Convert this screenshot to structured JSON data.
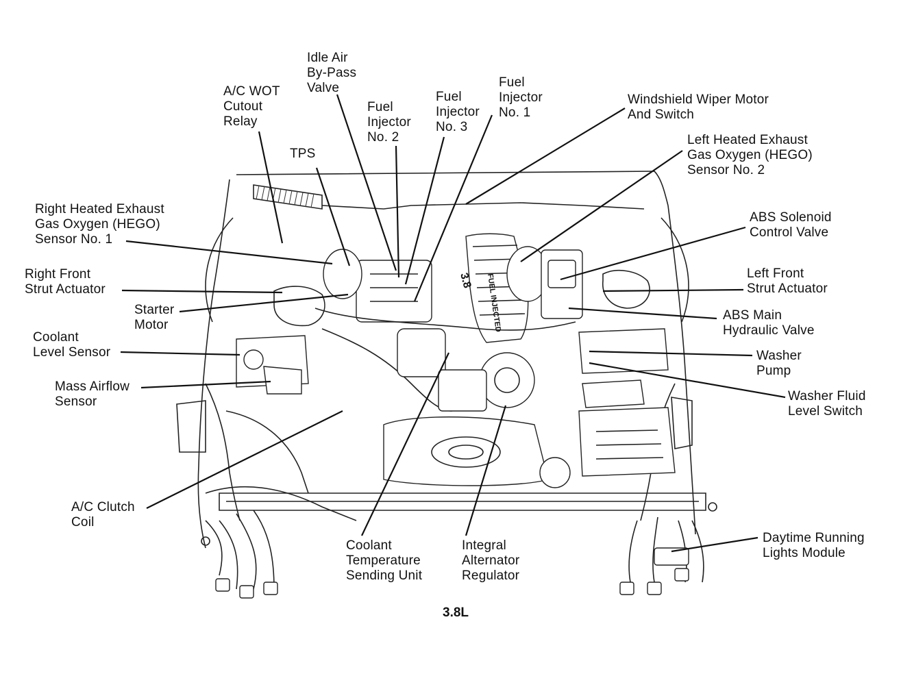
{
  "caption": "3.8L",
  "labels": [
    {
      "id": "idle-air-bypass-valve",
      "text": "Idle Air\nBy-Pass\nValve"
    },
    {
      "id": "ac-wot-cutout-relay",
      "text": "A/C WOT\nCutout\nRelay"
    },
    {
      "id": "fuel-injector-2",
      "text": "Fuel\nInjector\nNo. 2"
    },
    {
      "id": "fuel-injector-3",
      "text": "Fuel\nInjector\nNo. 3"
    },
    {
      "id": "fuel-injector-1",
      "text": "Fuel\nInjector\nNo. 1"
    },
    {
      "id": "windshield-wiper-motor",
      "text": "Windshield Wiper Motor\nAnd Switch"
    },
    {
      "id": "left-hego-sensor-2",
      "text": "Left Heated Exhaust\nGas Oxygen (HEGO)\nSensor No. 2"
    },
    {
      "id": "tps",
      "text": "TPS"
    },
    {
      "id": "right-hego-sensor-1",
      "text": "Right Heated Exhaust\nGas Oxygen (HEGO)\nSensor No. 1"
    },
    {
      "id": "abs-solenoid-control-valve",
      "text": "ABS Solenoid\nControl Valve"
    },
    {
      "id": "right-front-strut-actuator",
      "text": "Right Front\nStrut Actuator"
    },
    {
      "id": "left-front-strut-actuator",
      "text": "Left Front\nStrut Actuator"
    },
    {
      "id": "starter-motor",
      "text": "Starter\nMotor"
    },
    {
      "id": "abs-main-hydraulic-valve",
      "text": "ABS Main\nHydraulic Valve"
    },
    {
      "id": "coolant-level-sensor",
      "text": "Coolant\nLevel Sensor"
    },
    {
      "id": "washer-pump",
      "text": "Washer\nPump"
    },
    {
      "id": "mass-airflow-sensor",
      "text": "Mass Airflow\nSensor"
    },
    {
      "id": "washer-fluid-level-switch",
      "text": "Washer Fluid\nLevel Switch"
    },
    {
      "id": "ac-clutch-coil",
      "text": "A/C Clutch\nCoil"
    },
    {
      "id": "coolant-temperature-sending-unit",
      "text": "Coolant\nTemperature\nSending Unit"
    },
    {
      "id": "integral-alternator-regulator",
      "text": "Integral\nAlternator\nRegulator"
    },
    {
      "id": "daytime-running-lights-module",
      "text": "Daytime Running\nLights Module"
    }
  ],
  "engine_text": {
    "cover_top": "3.8",
    "cover_side": "FUEL INJECTED"
  }
}
